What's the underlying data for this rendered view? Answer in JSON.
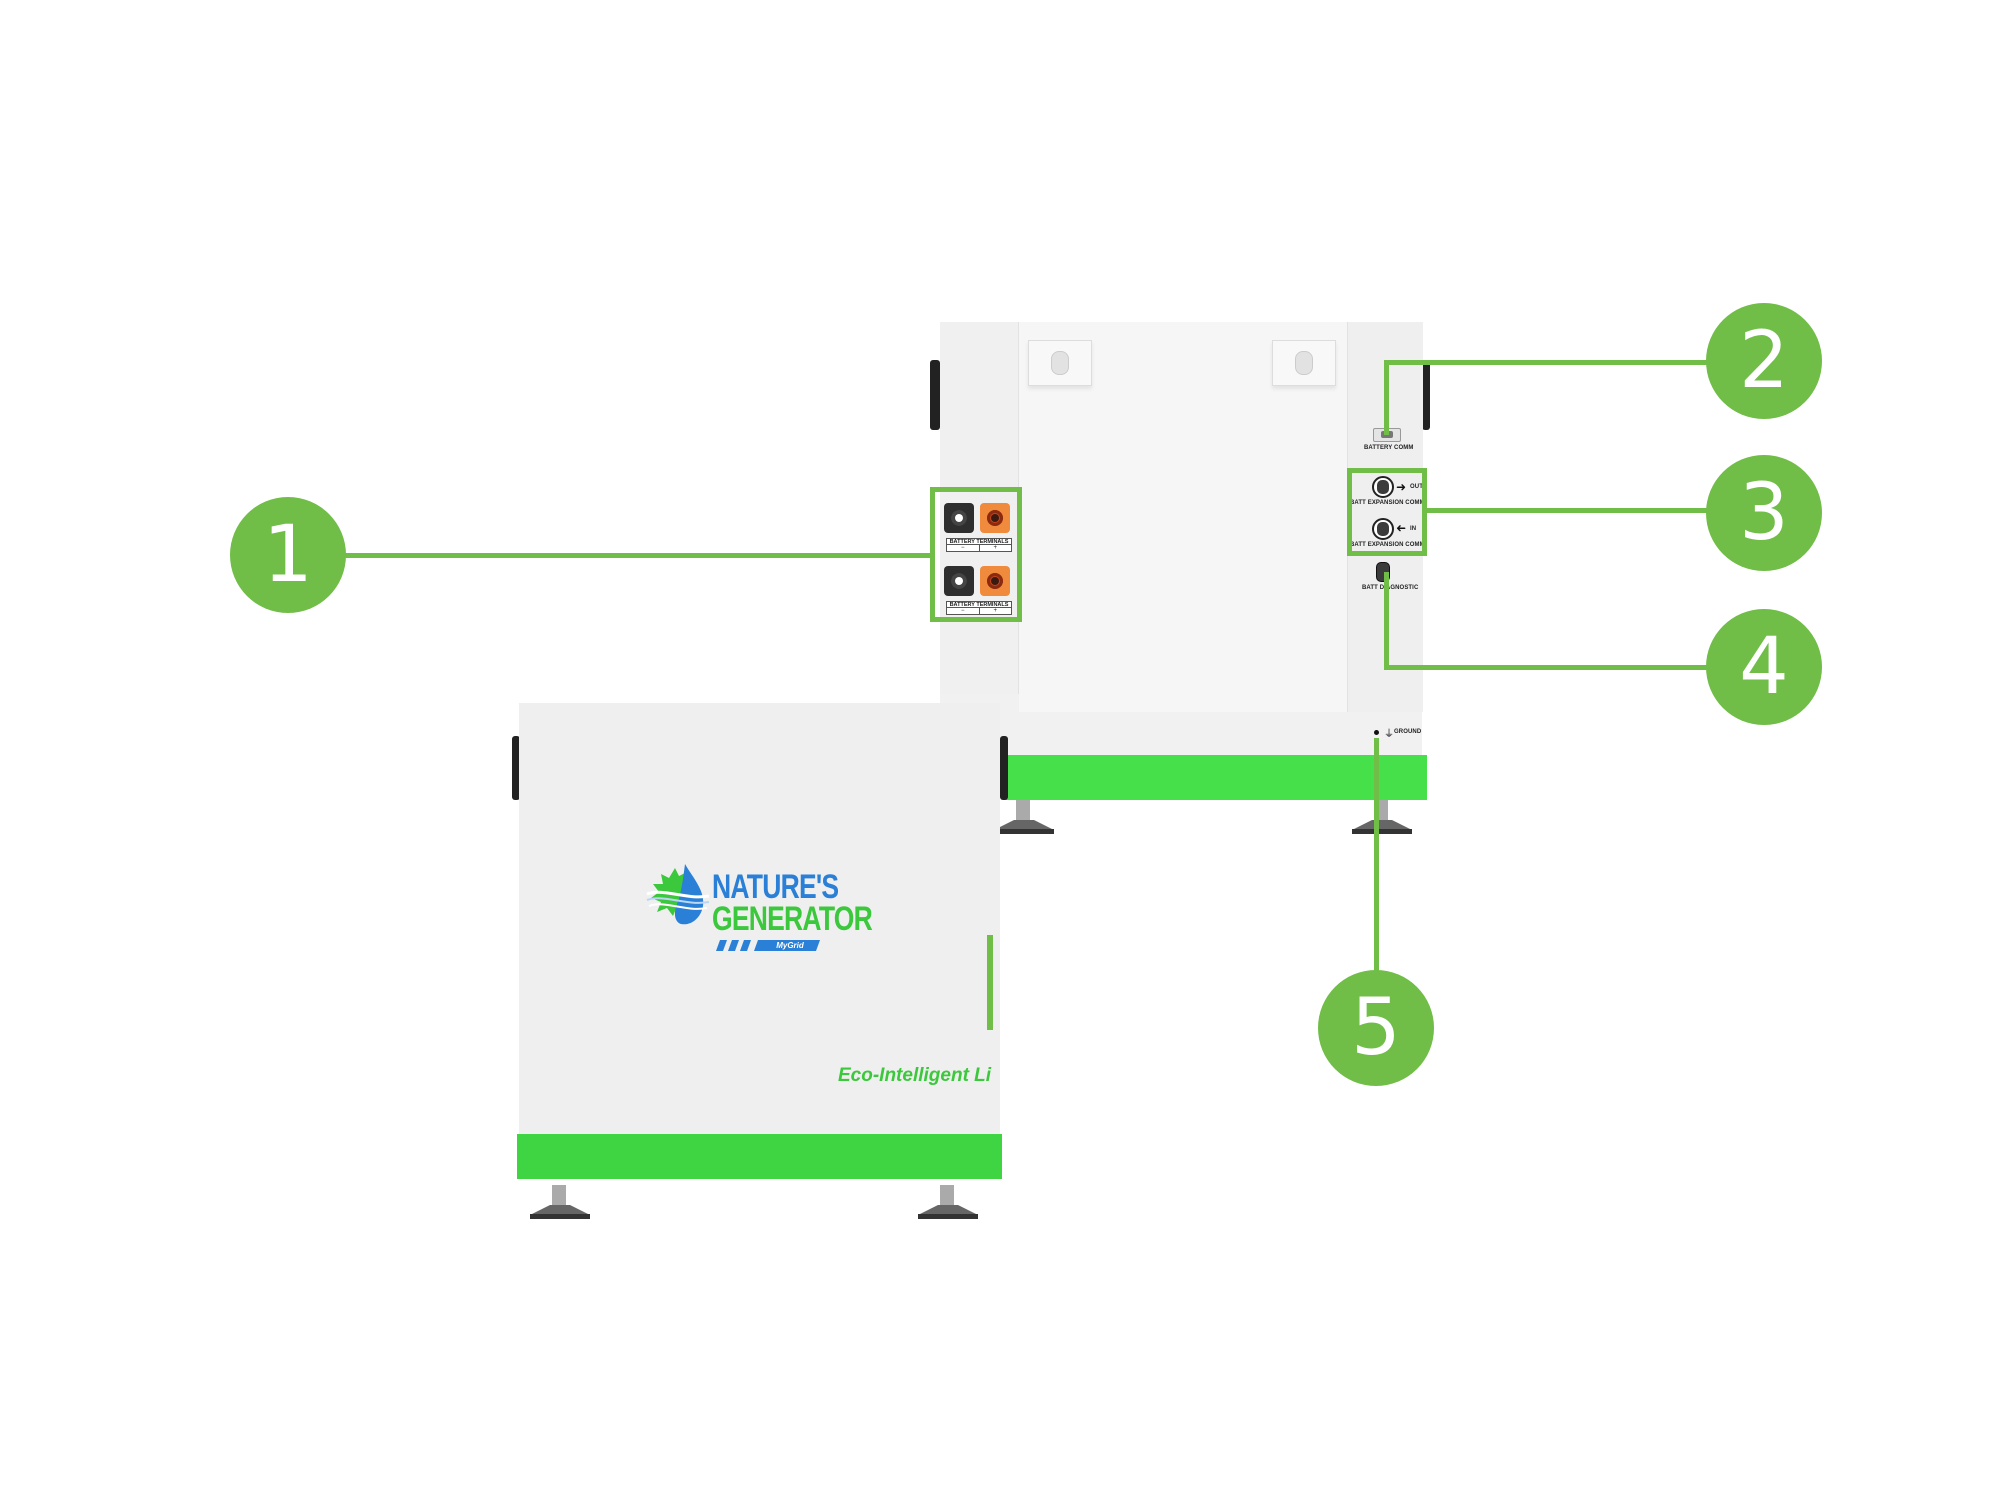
{
  "product": {
    "brand_line1": "NATURE'S",
    "brand_line2": "GENERATOR",
    "brand_sub": "MyGrid",
    "model": "Eco-Intelligent Li"
  },
  "back_panel": {
    "battery_terminals_label": "BATTERY TERMINALS",
    "terminal_neg": "−",
    "terminal_pos": "+",
    "battery_comm_label": "BATTERY COMM",
    "expansion_label": "BATT EXPANSION COMM",
    "out_label": "OUT",
    "in_label": "IN",
    "diagnostic_label": "BATT DIAGNOSTIC",
    "ground_label": "GROUND"
  },
  "callouts": [
    {
      "number": "1",
      "target": "Battery terminals"
    },
    {
      "number": "2",
      "target": "Battery comm port"
    },
    {
      "number": "3",
      "target": "Battery expansion comm ports"
    },
    {
      "number": "4",
      "target": "Battery diagnostic port"
    },
    {
      "number": "5",
      "target": "Ground terminal"
    }
  ],
  "colors": {
    "callout_green": "#70bd48",
    "base_green": "#46e04a",
    "brand_blue": "#2a7fd6",
    "brand_green": "#3cc83c"
  }
}
